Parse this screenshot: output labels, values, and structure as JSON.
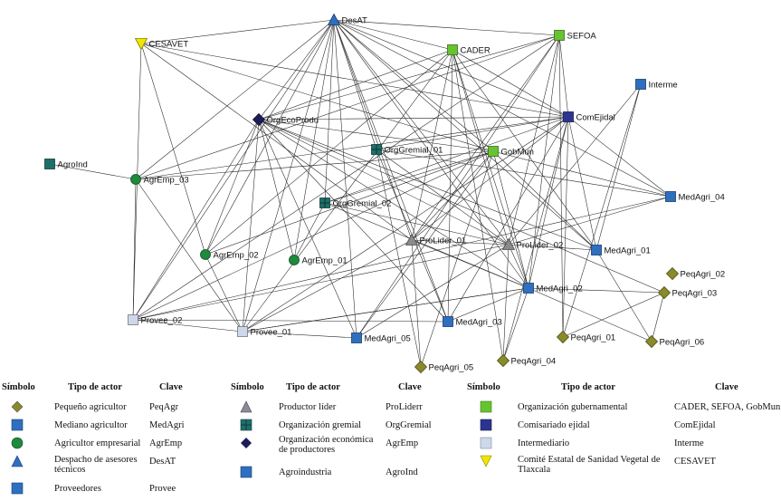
{
  "nodes": [
    {
      "id": "DesAT",
      "label": "DesAT",
      "shape": "triangle",
      "color": "#2f6fc0"
    },
    {
      "id": "CESAVET",
      "label": "CESAVET",
      "shape": "triangle-down",
      "color": "#f0e600"
    },
    {
      "id": "CADER",
      "label": "CADER",
      "shape": "square",
      "color": "#66c430"
    },
    {
      "id": "SEFOA",
      "label": "SEFOA",
      "shape": "square",
      "color": "#66c430"
    },
    {
      "id": "Interme",
      "label": "Interme",
      "shape": "square",
      "color": "#2f6fc0"
    },
    {
      "id": "OrgEcoProdu",
      "label": "OrgEcoProdu",
      "shape": "diamond",
      "color": "#1c1c5a"
    },
    {
      "id": "ComEjidal",
      "label": "ComEjidal",
      "shape": "square",
      "color": "#2b3590"
    },
    {
      "id": "AgroInd",
      "label": "AgroInd",
      "shape": "square",
      "color": "#1f6e6a"
    },
    {
      "id": "OrgGremial_01",
      "label": "OrgGremial_01",
      "shape": "square-cross",
      "color": "#1f6e6a"
    },
    {
      "id": "GobMun",
      "label": "GobMun",
      "shape": "square",
      "color": "#66c430"
    },
    {
      "id": "AgrEmp_03",
      "label": "AgrEmp_03",
      "shape": "circle",
      "color": "#1f8a3c"
    },
    {
      "id": "MedAgri_04",
      "label": "MedAgri_04",
      "shape": "square",
      "color": "#2f6fc0"
    },
    {
      "id": "OrgGremial_02",
      "label": "OrgGremial_02",
      "shape": "square-cross",
      "color": "#1f6e6a"
    },
    {
      "id": "ProLider_01",
      "label": "ProLider_01",
      "shape": "triangle",
      "color": "#8a8a8a"
    },
    {
      "id": "ProLider_02",
      "label": "ProLider_02",
      "shape": "triangle",
      "color": "#8a8a8a"
    },
    {
      "id": "AgrEmp_02",
      "label": "AgrEmp_02",
      "shape": "circle",
      "color": "#1f8a3c"
    },
    {
      "id": "MedAgri_01",
      "label": "MedAgri_01",
      "shape": "square",
      "color": "#2f6fc0"
    },
    {
      "id": "AgrEmp_01",
      "label": "AgrEmp_01",
      "shape": "circle",
      "color": "#1f8a3c"
    },
    {
      "id": "PeqAgri_02",
      "label": "PeqAgri_02",
      "shape": "diamond",
      "color": "#8a8a2a"
    },
    {
      "id": "MedAgri_02",
      "label": "MedAgri_02",
      "shape": "square",
      "color": "#2f6fc0"
    },
    {
      "id": "PeqAgri_03",
      "label": "PeqAgri_03",
      "shape": "diamond",
      "color": "#8a8a2a"
    },
    {
      "id": "Provee_02",
      "label": "Provee_02",
      "shape": "square",
      "color": "#cfd8ea"
    },
    {
      "id": "MedAgri_03",
      "label": "MedAgri_03",
      "shape": "square",
      "color": "#2f6fc0"
    },
    {
      "id": "Provee_01",
      "label": "Provee_01",
      "shape": "square",
      "color": "#cfd8ea"
    },
    {
      "id": "MedAgri_05",
      "label": "MedAgri_05",
      "shape": "square",
      "color": "#2f6fc0"
    },
    {
      "id": "PeqAgri_01",
      "label": "PeqAgri_01",
      "shape": "diamond",
      "color": "#8a8a2a"
    },
    {
      "id": "PeqAgri_06",
      "label": "PeqAgri_06",
      "shape": "diamond",
      "color": "#8a8a2a"
    },
    {
      "id": "PeqAgri_04",
      "label": "PeqAgri_04",
      "shape": "diamond",
      "color": "#8a8a2a"
    },
    {
      "id": "PeqAgri_05",
      "label": "PeqAgri_05",
      "shape": "diamond",
      "color": "#8a8a2a"
    }
  ],
  "edges": [
    [
      "DesAT",
      "CESAVET"
    ],
    [
      "DesAT",
      "CADER"
    ],
    [
      "DesAT",
      "SEFOA"
    ],
    [
      "DesAT",
      "OrgEcoProdu"
    ],
    [
      "DesAT",
      "ComEjidal"
    ],
    [
      "DesAT",
      "GobMun"
    ],
    [
      "DesAT",
      "AgrEmp_03"
    ],
    [
      "DesAT",
      "OrgGremial_01"
    ],
    [
      "DesAT",
      "OrgGremial_02"
    ],
    [
      "DesAT",
      "ProLider_01"
    ],
    [
      "DesAT",
      "ProLider_02"
    ],
    [
      "DesAT",
      "AgrEmp_02"
    ],
    [
      "DesAT",
      "AgrEmp_01"
    ],
    [
      "DesAT",
      "MedAgri_01"
    ],
    [
      "DesAT",
      "MedAgri_02"
    ],
    [
      "DesAT",
      "MedAgri_03"
    ],
    [
      "DesAT",
      "MedAgri_04"
    ],
    [
      "DesAT",
      "MedAgri_05"
    ],
    [
      "DesAT",
      "Provee_01"
    ],
    [
      "DesAT",
      "Provee_02"
    ],
    [
      "CESAVET",
      "ComEjidal"
    ],
    [
      "CESAVET",
      "GobMun"
    ],
    [
      "CESAVET",
      "Provee_02"
    ],
    [
      "CESAVET",
      "ProLider_01"
    ],
    [
      "CESAVET",
      "AgrEmp_02"
    ],
    [
      "CADER",
      "OrgEcoProdu"
    ],
    [
      "CADER",
      "ComEjidal"
    ],
    [
      "CADER",
      "ProLider_01"
    ],
    [
      "CADER",
      "ProLider_02"
    ],
    [
      "CADER",
      "MedAgri_01"
    ],
    [
      "CADER",
      "MedAgri_02"
    ],
    [
      "CADER",
      "MedAgri_03"
    ],
    [
      "CADER",
      "AgrEmp_02"
    ],
    [
      "CADER",
      "Provee_01"
    ],
    [
      "CADER",
      "PeqAgri_04"
    ],
    [
      "SEFOA",
      "OrgEcoProdu"
    ],
    [
      "SEFOA",
      "ComEjidal"
    ],
    [
      "SEFOA",
      "ProLider_01"
    ],
    [
      "SEFOA",
      "ProLider_02"
    ],
    [
      "SEFOA",
      "MedAgri_02"
    ],
    [
      "SEFOA",
      "PeqAgri_01"
    ],
    [
      "SEFOA",
      "AgrEmp_03"
    ],
    [
      "SEFOA",
      "Provee_02"
    ],
    [
      "SEFOA",
      "MedAgri_05"
    ],
    [
      "OrgEcoProdu",
      "GobMun"
    ],
    [
      "OrgEcoProdu",
      "ComEjidal"
    ],
    [
      "OrgEcoProdu",
      "MedAgri_01"
    ],
    [
      "OrgEcoProdu",
      "MedAgri_02"
    ],
    [
      "OrgEcoProdu",
      "MedAgri_03"
    ],
    [
      "OrgEcoProdu",
      "ProLider_02"
    ],
    [
      "OrgEcoProdu",
      "Provee_02"
    ],
    [
      "OrgEcoProdu",
      "Provee_01"
    ],
    [
      "OrgEcoProdu",
      "AgrEmp_02"
    ],
    [
      "OrgEcoProdu",
      "AgrEmp_01"
    ],
    [
      "OrgEcoProdu",
      "MedAgri_05"
    ],
    [
      "OrgEcoProdu",
      "PeqAgri_03"
    ],
    [
      "ComEjidal",
      "OrgGremial_01"
    ],
    [
      "ComEjidal",
      "OrgGremial_02"
    ],
    [
      "ComEjidal",
      "ProLider_01"
    ],
    [
      "ComEjidal",
      "MedAgri_01"
    ],
    [
      "ComEjidal",
      "MedAgri_02"
    ],
    [
      "ComEjidal",
      "PeqAgri_01"
    ],
    [
      "ComEjidal",
      "AgrEmp_03"
    ],
    [
      "ComEjidal",
      "MedAgri_03"
    ],
    [
      "ComEjidal",
      "PeqAgri_04"
    ],
    [
      "ComEjidal",
      "MedAgri_04"
    ],
    [
      "ComEjidal",
      "Provee_01"
    ],
    [
      "Interme",
      "MedAgri_01"
    ],
    [
      "Interme",
      "PeqAgri_01"
    ],
    [
      "Interme",
      "ProLider_02"
    ],
    [
      "AgroInd",
      "AgrEmp_03"
    ],
    [
      "AgrEmp_03",
      "GobMun"
    ],
    [
      "AgrEmp_03",
      "Provee_02"
    ],
    [
      "AgrEmp_03",
      "Provee_01"
    ],
    [
      "GobMun",
      "OrgGremial_02"
    ],
    [
      "GobMun",
      "ProLider_01"
    ],
    [
      "GobMun",
      "MedAgri_01"
    ],
    [
      "GobMun",
      "MedAgri_02"
    ],
    [
      "GobMun",
      "AgrEmp_02"
    ],
    [
      "GobMun",
      "Provee_02"
    ],
    [
      "GobMun",
      "MedAgri_05"
    ],
    [
      "GobMun",
      "PeqAgri_05"
    ],
    [
      "GobMun",
      "MedAgri_04"
    ],
    [
      "OrgGremial_01",
      "ProLider_02"
    ],
    [
      "OrgGremial_01",
      "MedAgri_03"
    ],
    [
      "OrgGremial_01",
      "PeqAgri_05"
    ],
    [
      "OrgGremial_01",
      "MedAgri_04"
    ],
    [
      "OrgGremial_02",
      "ProLider_02"
    ],
    [
      "OrgGremial_02",
      "MedAgri_02"
    ],
    [
      "ProLider_01",
      "MedAgri_02"
    ],
    [
      "ProLider_01",
      "ProLider_02"
    ],
    [
      "ProLider_01",
      "Provee_01"
    ],
    [
      "ProLider_01",
      "PeqAgri_05"
    ],
    [
      "ProLider_02",
      "MedAgri_02"
    ],
    [
      "ProLider_02",
      "PeqAgri_04"
    ],
    [
      "ProLider_02",
      "MedAgri_05"
    ],
    [
      "ProLider_02",
      "Provee_02"
    ],
    [
      "ProLider_02",
      "MedAgri_04"
    ],
    [
      "ProLider_02",
      "MedAgri_01"
    ],
    [
      "MedAgri_02",
      "PeqAgri_03"
    ],
    [
      "MedAgri_02",
      "PeqAgri_06"
    ],
    [
      "MedAgri_02",
      "PeqAgri_04"
    ],
    [
      "MedAgri_02",
      "Provee_01"
    ],
    [
      "MedAgri_02",
      "MedAgri_03"
    ],
    [
      "MedAgri_01",
      "PeqAgri_06"
    ],
    [
      "PeqAgri_03",
      "PeqAgri_01"
    ],
    [
      "PeqAgri_03",
      "PeqAgri_06"
    ],
    [
      "Provee_02",
      "MedAgri_03"
    ],
    [
      "Provee_02",
      "Provee_01"
    ],
    [
      "Provee_01",
      "MedAgri_05"
    ],
    [
      "Provee_01",
      "MedAgri_02"
    ],
    [
      "AgrEmp_02",
      "Provee_01"
    ],
    [
      "AgrEmp_01",
      "OrgGremial_02"
    ],
    [
      "Provee_02",
      "MedAgri_04"
    ]
  ],
  "legend": {
    "headers": {
      "symbol": "Símbolo",
      "type": "Tipo de actor",
      "key": "Clave"
    },
    "col1": [
      {
        "shape": "diamond",
        "color": "#8a8a2a",
        "type": "Pequeño agricultor",
        "key": "PeqAgr"
      },
      {
        "shape": "square",
        "color": "#2f6fc0",
        "type": "Mediano agricultor",
        "key": "MedAgri"
      },
      {
        "shape": "circle",
        "color": "#1f8a3c",
        "type": "Agricultor empresarial",
        "key": "AgrEmp"
      },
      {
        "shape": "triangle",
        "color": "#2f6fc0",
        "type": "Despacho de asesores técnicos",
        "key": "DesAT"
      },
      {
        "shape": "square",
        "color": "#2f6fc0",
        "type": "Proveedores",
        "key": "Provee"
      }
    ],
    "col2": [
      {
        "shape": "triangle",
        "color": "#8a8a9a",
        "type": "Productor líder",
        "key": "ProLiderr"
      },
      {
        "shape": "square-cross",
        "color": "#1f6e6a",
        "type": "Organización gremial",
        "key": "OrgGremial"
      },
      {
        "shape": "diamond",
        "color": "#1c1c5a",
        "type": "Organización económica de productores",
        "key": "AgrEmp"
      },
      {
        "shape": "square",
        "color": "#2f6fc0",
        "type": "Agroindustria",
        "key": "AgroInd"
      }
    ],
    "col3": [
      {
        "shape": "square",
        "color": "#66c430",
        "type": "Organización gubernamental",
        "key": "CADER, SEFOA, GobMun"
      },
      {
        "shape": "square",
        "color": "#2b3590",
        "type": "Comisariado ejidal",
        "key": "ComEjidal"
      },
      {
        "shape": "square",
        "color": "#cfd8ea",
        "type": "Intermediario",
        "key": "Interme"
      },
      {
        "shape": "triangle-down",
        "color": "#f0e600",
        "type": "Comité Estatal de Sanidad Vegetal de Tlaxcala",
        "key": "CESAVET"
      }
    ]
  }
}
